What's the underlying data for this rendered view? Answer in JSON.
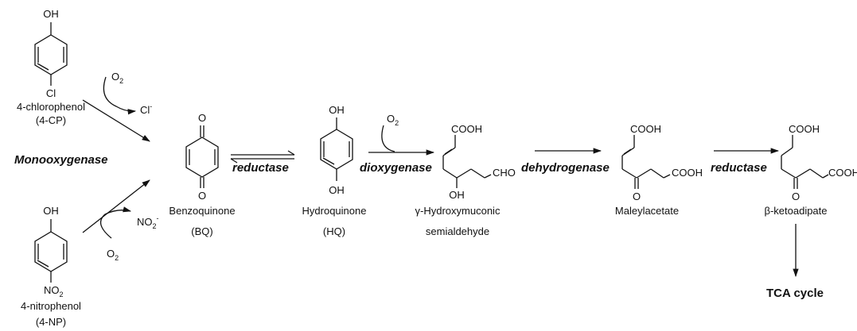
{
  "compounds": {
    "cp": {
      "name": "4-chlorophenol",
      "abbr": "(4-CP)",
      "top_group": "OH",
      "bottom_group": "Cl"
    },
    "np": {
      "name": "4-nitrophenol",
      "abbr": "(4-NP)",
      "top_group": "OH",
      "bottom_group_main": "NO",
      "bottom_group_sub": "2"
    },
    "bq": {
      "name": "Benzoquinone",
      "abbr": "(BQ)",
      "top_group": "O",
      "bottom_group": "O"
    },
    "hq": {
      "name": "Hydroquinone",
      "abbr": "(HQ)",
      "top_group": "OH",
      "bottom_group": "OH"
    },
    "hms": {
      "name_prefix": "γ",
      "name_main": "-Hydroxymuconic",
      "name_line2": "semialdehyde",
      "acid": "COOH",
      "aldehyde": "CHO",
      "hydroxy": "OH"
    },
    "mal": {
      "name": "Maleylacetate",
      "acid_top": "COOH",
      "acid_right": "COOH",
      "keto": "O"
    },
    "kad": {
      "name_prefix": "β",
      "name_main": "-ketoadipate",
      "acid_top": "COOH",
      "acid_right": "COOH",
      "keto": "O"
    },
    "tca": {
      "name": "TCA cycle"
    }
  },
  "side_species": {
    "o2_top": {
      "main": "O",
      "sub": "2"
    },
    "cl_release": {
      "main": "Cl",
      "sup": "-"
    },
    "o2_bottom": {
      "main": "O",
      "sub": "2"
    },
    "no2_release": {
      "main": "NO",
      "sub": "2",
      "sup": "-"
    },
    "o2_dioxy": {
      "main": "O",
      "sub": "2"
    }
  },
  "enzymes": {
    "monooxygenase": "Monooxygenase",
    "reductase_1": "reductase",
    "dioxygenase": "dioxygenase",
    "dehydrogenase": "dehydrogenase",
    "reductase_2": "reductase"
  }
}
